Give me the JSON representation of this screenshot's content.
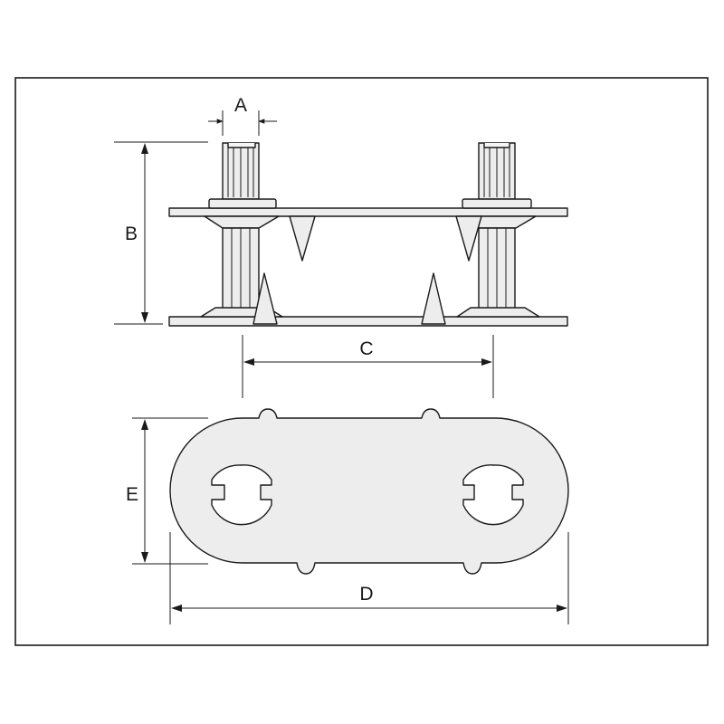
{
  "dimensions": {
    "A": "A",
    "B": "B",
    "C": "C",
    "D": "D",
    "E": "E"
  },
  "colors": {
    "line": "#1a1a1a",
    "part_fill": "#ededed",
    "part_fill_light": "#f5f5f5",
    "background": "#ffffff"
  }
}
